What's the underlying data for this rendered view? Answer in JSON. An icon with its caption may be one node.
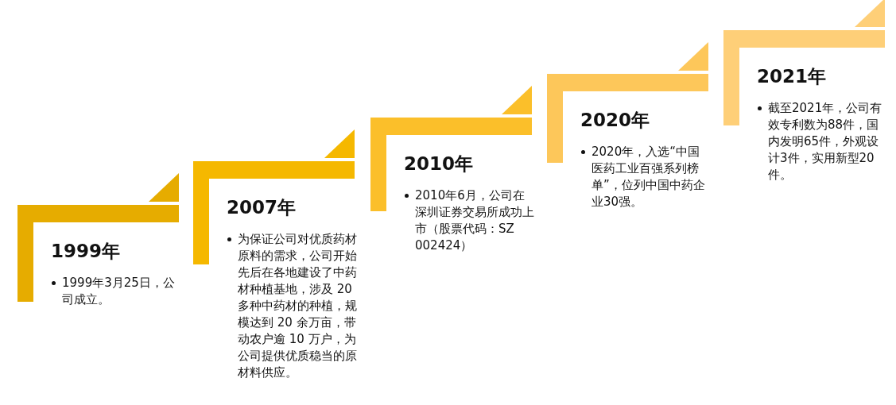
{
  "diagram": {
    "nodes": [
      {
        "text": [
          "1999年",
          "1999年3月25日，公司成立。"
        ]
      },
      {
        "text": [
          "2007年",
          "为保证公司对优质药材原料的需求，公司开始先后在各地建设了中药材种植基地，涉及 20 多种中药材的种植，规模达到 20 余万亩，带动农户逾 10 万户，为公司提供优质稳当的原材料供应。"
        ]
      },
      {
        "text": [
          "2010年",
          "2010年6月，公司在深圳证券交易所成功上市（股票代码：SZ 002424）"
        ]
      },
      {
        "text": [
          "2020年",
          "2020年，入选“中国医药工业百强系列榜单”，位列中国中药企业30强。"
        ]
      },
      {
        "text": [
          "2021年",
          "截至2021年，公司有效专利数为88件，国内发明65件，外观设计3件，实用新型20件。"
        ]
      }
    ]
  }
}
